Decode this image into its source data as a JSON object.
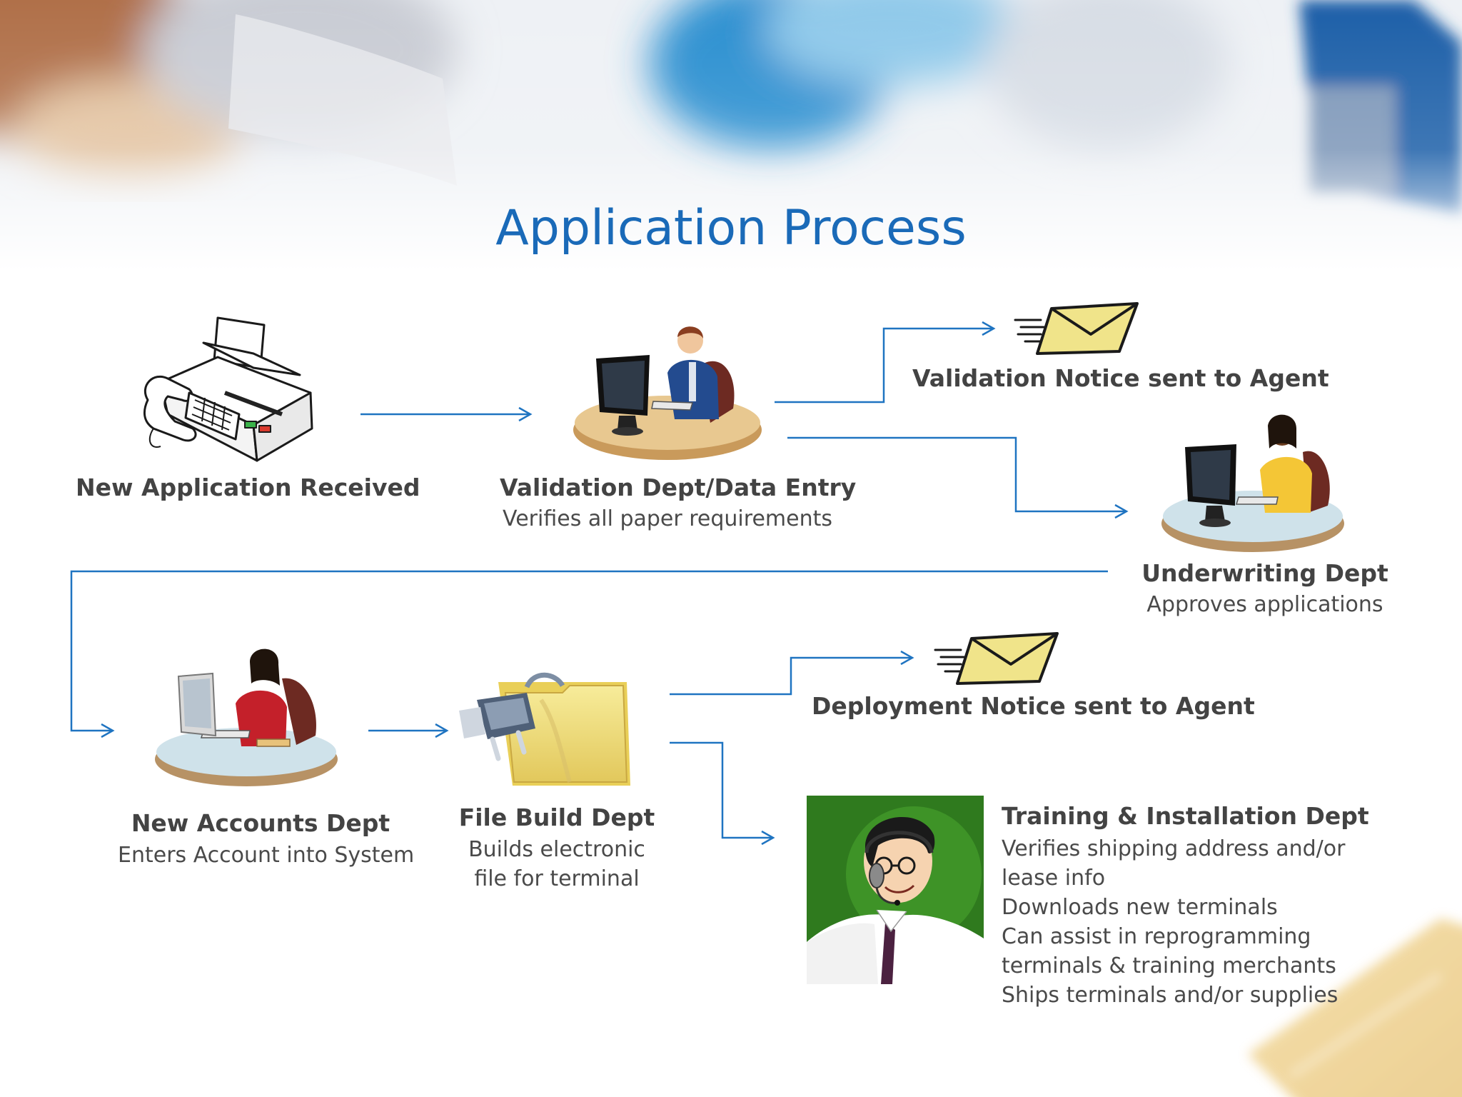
{
  "title": "Application Process",
  "colors": {
    "title": "#1a6ab8",
    "connector": "#1f74c1",
    "text": "#434343",
    "envelope": "#f0e48a"
  },
  "steps": [
    {
      "id": "new-application",
      "title": "New Application Received",
      "subtitle": "",
      "icon": "fax-machine-icon"
    },
    {
      "id": "validation",
      "title": "Validation Dept/Data Entry",
      "subtitle": "Verifies all paper requirements",
      "icon": "man-at-computer-icon"
    },
    {
      "id": "underwriting",
      "title": "Underwriting Dept",
      "subtitle": "Approves applications",
      "icon": "woman-at-computer-icon"
    },
    {
      "id": "new-accounts",
      "title": "New Accounts Dept",
      "subtitle": "Enters Account into System",
      "icon": "woman-at-computer-red-icon"
    },
    {
      "id": "file-build",
      "title": "File Build Dept",
      "subtitle_lines": [
        "Builds electronic",
        "file for terminal"
      ],
      "icon": "plug-folder-icon"
    },
    {
      "id": "training",
      "title": "Training & Installation Dept",
      "subtitle_lines": [
        "Verifies shipping address and/or",
        "lease info",
        "Downloads new terminals",
        "Can assist in reprogramming",
        "terminals & training merchants",
        "Ships terminals and/or supplies"
      ],
      "icon": "headset-agent-icon"
    }
  ],
  "notices": [
    {
      "id": "validation-notice",
      "text": "Validation Notice sent to Agent",
      "icon": "envelope-icon"
    },
    {
      "id": "deployment-notice",
      "text": "Deployment Notice sent to Agent",
      "icon": "envelope-icon"
    }
  ]
}
